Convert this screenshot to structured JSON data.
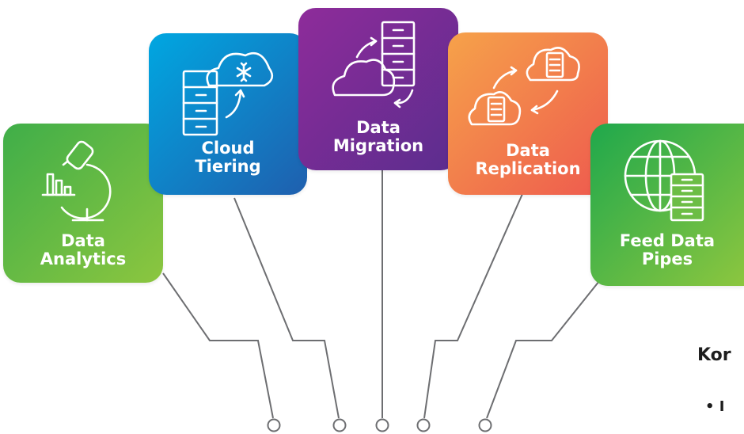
{
  "tiles": {
    "analytics": {
      "line1": "Data",
      "line2": "Analytics",
      "icon": "microscope-chart-icon",
      "colors": [
        "#3fae49",
        "#8cc63f"
      ]
    },
    "tiering": {
      "line1": "Cloud",
      "line2": "Tiering",
      "icon": "cloud-snowflake-server-icon",
      "colors": [
        "#00a7e1",
        "#1f5fae"
      ]
    },
    "migration": {
      "line1": "Data",
      "line2": "Migration",
      "icon": "cloud-server-migration-icon",
      "colors": [
        "#8e2c9a",
        "#5b2d8e"
      ]
    },
    "replication": {
      "line1": "Data",
      "line2": "Replication",
      "icon": "cloud-replication-icon",
      "colors": [
        "#f6a24a",
        "#ee5a4e"
      ]
    },
    "pipes": {
      "line1": "Feed Data",
      "line2": "Pipes",
      "icon": "globe-server-icon",
      "colors": [
        "#1fa84c",
        "#8cc63f"
      ]
    }
  },
  "side_text": {
    "heading": "Kor",
    "bullet": "•   I"
  },
  "colors": {
    "connector": "#6d6e71",
    "text": "#1d1d1d"
  }
}
